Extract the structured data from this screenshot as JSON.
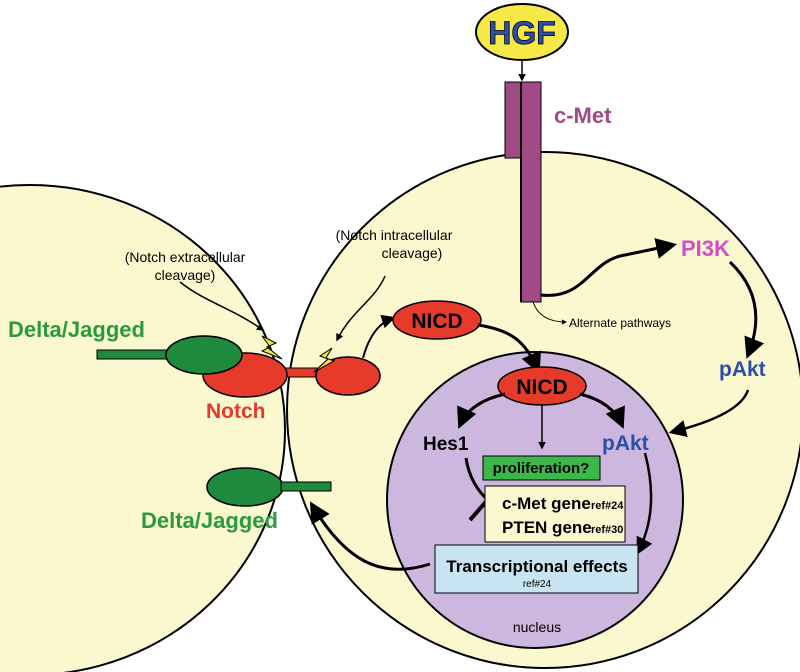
{
  "labels": {
    "hgf": "HGF",
    "cmet": "c-Met",
    "pi3k": "PI3K",
    "pakt_cytoplasm": "pAkt",
    "pakt_nucleus": "pAkt",
    "nicd_cytoplasm": "NICD",
    "nicd_nucleus": "NICD",
    "hes1": "Hes1",
    "notch": "Notch",
    "delta_jagged_top": "Delta/Jagged",
    "delta_jagged_bottom": "Delta/Jagged",
    "extracellular_cleavage_line1": "(Notch extracellular",
    "extracellular_cleavage_line2": "cleavage)",
    "intracellular_cleavage_line1": "(Notch intracellular",
    "intracellular_cleavage_line2": "cleavage)",
    "alternate_pathways": "Alternate pathways",
    "proliferation": "proliferation?",
    "cmet_gene": "c-Met gene",
    "cmet_gene_ref": "ref#24",
    "pten_gene": "PTEN gene",
    "pten_gene_ref": "ref#30",
    "transcriptional_effects": "Transcriptional effects",
    "transcriptional_ref": "ref#24",
    "nucleus": "nucleus"
  },
  "colors": {
    "cell_fill": "#fbf7cf",
    "nucleus_fill": "#cdb7de",
    "receptor": "#a04a86",
    "notch_red": "#e63b2a",
    "ligand_green": "#1e8a3c",
    "hgf_yellow": "#f7e84a",
    "label_blue": "#2b4ea8",
    "pi3k_pink": "#d44cc8",
    "green_text": "#2a9a3c",
    "proliferation_green": "#3cb84a",
    "transcription_blue": "#c8e4f2"
  }
}
